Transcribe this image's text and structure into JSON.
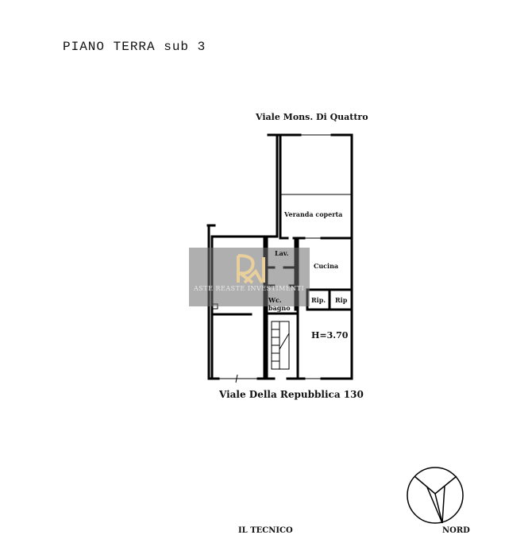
{
  "title": "PIANO TERRA sub 3",
  "streets": {
    "top": "Viale Mons. Di Quattro",
    "bottom": "Viale Della Repubblica 130"
  },
  "rooms": {
    "veranda": "Veranda coperta",
    "lav": "Lav.",
    "cucina": "Cucina",
    "rip1": "Rip.",
    "rip2": "Rip",
    "wc": "Wc.",
    "bagno": "bagno",
    "height": "H=3.70"
  },
  "watermark": "ASTE REASTE INVESTIMENTI",
  "footer": {
    "tecnico": "IL TECNICO",
    "nord": "NORD"
  }
}
